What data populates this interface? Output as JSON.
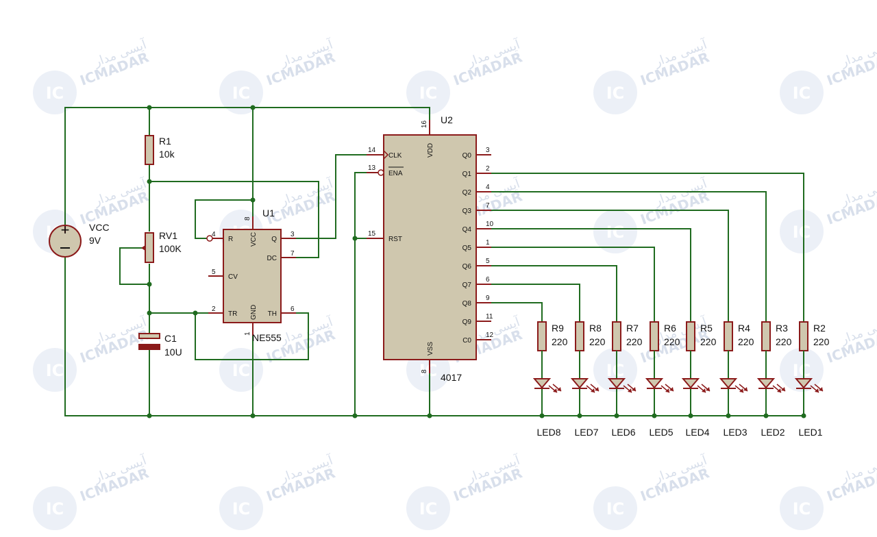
{
  "watermark": {
    "brand": "ICMADAR",
    "brand_fa": "آیسی مدار",
    "logo": "IC"
  },
  "components": {
    "vcc": {
      "ref": "VCC",
      "value": "9V"
    },
    "r1": {
      "ref": "R1",
      "value": "10k"
    },
    "rv1": {
      "ref": "RV1",
      "value": "100K"
    },
    "c1": {
      "ref": "C1",
      "value": "10U"
    },
    "u1": {
      "ref": "U1",
      "part": "NE555",
      "pins": {
        "r": "R",
        "vcc": "VCC",
        "q": "Q",
        "dc": "DC",
        "cv": "CV",
        "tr": "TR",
        "gnd": "GND",
        "th": "TH"
      },
      "pin_numbers": {
        "r": "4",
        "vcc": "8",
        "q": "3",
        "dc": "7",
        "cv": "5",
        "tr": "2",
        "gnd": "1",
        "th": "6"
      }
    },
    "u2": {
      "ref": "U2",
      "part": "4017",
      "pins": {
        "clk": "CLK",
        "ena": "ENA",
        "rst": "RST",
        "vdd": "VDD",
        "vss": "VSS",
        "q": [
          "Q0",
          "Q1",
          "Q2",
          "Q3",
          "Q4",
          "Q5",
          "Q6",
          "Q7",
          "Q8",
          "Q9",
          "C0"
        ]
      },
      "pin_numbers": {
        "clk": "14",
        "ena": "13",
        "rst": "15",
        "vdd": "16",
        "vss": "8",
        "q": [
          "3",
          "2",
          "4",
          "7",
          "10",
          "1",
          "5",
          "6",
          "9",
          "11",
          "12"
        ]
      }
    },
    "resistors": [
      {
        "ref": "R9",
        "value": "220"
      },
      {
        "ref": "R8",
        "value": "220"
      },
      {
        "ref": "R7",
        "value": "220"
      },
      {
        "ref": "R6",
        "value": "220"
      },
      {
        "ref": "R5",
        "value": "220"
      },
      {
        "ref": "R4",
        "value": "220"
      },
      {
        "ref": "R3",
        "value": "220"
      },
      {
        "ref": "R2",
        "value": "220"
      }
    ],
    "leds": [
      "LED8",
      "LED7",
      "LED6",
      "LED5",
      "LED4",
      "LED3",
      "LED2",
      "LED1"
    ]
  },
  "colors": {
    "wire": "#1f6b1f",
    "component_outline": "#8b1a1a",
    "ic_body": "#cfc7ae",
    "watermark": "#b9c6dc"
  }
}
